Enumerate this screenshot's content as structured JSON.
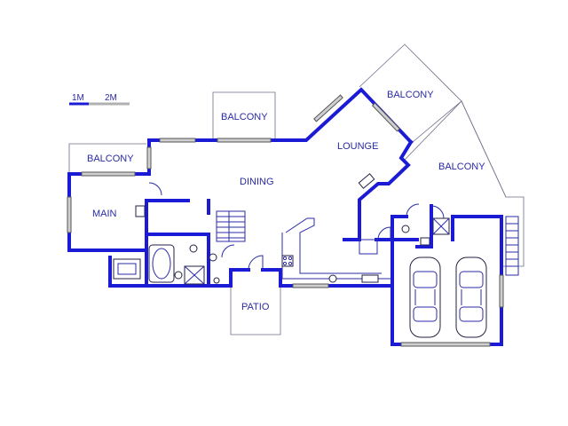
{
  "plan": {
    "scale": {
      "label_1": "1M",
      "label_2": "2M"
    },
    "rooms": {
      "balcony_center": "BALCONY",
      "balcony_right_top": "BALCONY",
      "balcony_left": "BALCONY",
      "balcony_right": "BALCONY",
      "lounge": "LOUNGE",
      "dining": "DINING",
      "main": "MAIN",
      "patio": "PATIO"
    },
    "colors": {
      "wall": "#1b1bd6",
      "label": "#2a2aa6"
    }
  }
}
